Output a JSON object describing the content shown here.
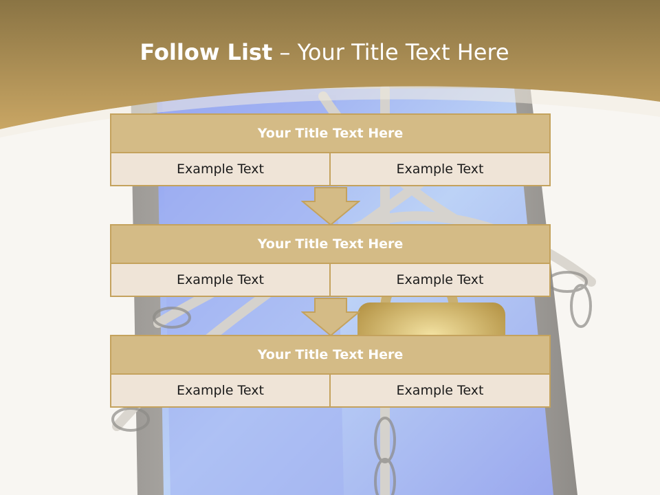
{
  "title": {
    "bold": "Follow List",
    "rest": " – Your Title Text Here"
  },
  "blocks": [
    {
      "heading": "Your Title Text Here",
      "left": "Example Text",
      "right": "Example Text"
    },
    {
      "heading": "Your Title Text Here",
      "left": "Example Text",
      "right": "Example Text"
    },
    {
      "heading": "Your Title Text Here",
      "left": "Example Text",
      "right": "Example Text"
    }
  ],
  "colors": {
    "banner": "#a8864a",
    "header_fill": "#d4bb86",
    "cell_fill": "#efe4d7",
    "border": "#c4a25d"
  },
  "background_image": "chained-padlock-door"
}
